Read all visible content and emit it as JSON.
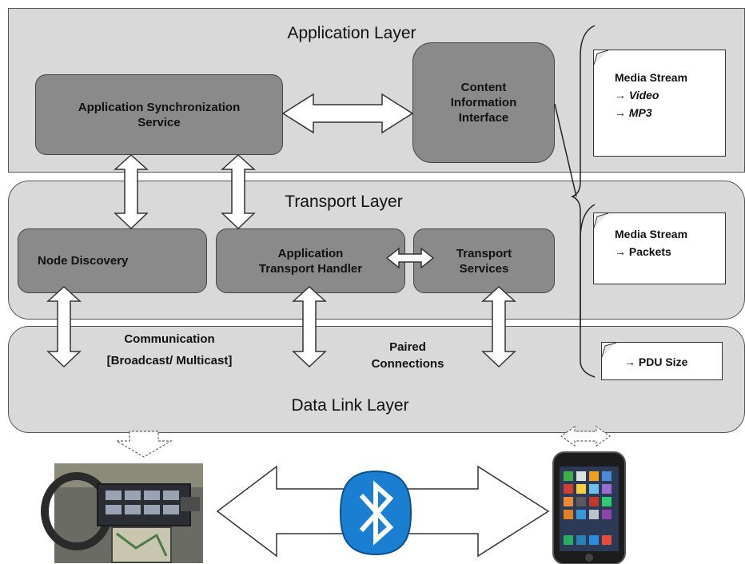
{
  "layers": {
    "application": "Application Layer",
    "transport": "Transport Layer",
    "datalink": "Data Link Layer"
  },
  "boxes": {
    "app_sync": [
      "Application Synchronization",
      "Service"
    ],
    "content_info": [
      "Content",
      "Information",
      "Interface"
    ],
    "node_discovery": "Node Discovery",
    "app_transport": [
      "Application",
      "Transport Handler"
    ],
    "transport_services": [
      "Transport",
      "Services"
    ]
  },
  "labels": {
    "communication": [
      "Communication",
      "[Broadcast/ Multicast]"
    ],
    "paired": [
      "Paired",
      "Connections"
    ]
  },
  "notes": {
    "note1": {
      "title": "Media Stream",
      "items": [
        "→ Video",
        "→ MP3"
      ]
    },
    "note2": {
      "title": "Media Stream",
      "items": [
        "→ Packets"
      ]
    },
    "note3": {
      "items": [
        "→ PDU Size"
      ]
    }
  },
  "colors": {
    "panel": "#d9d9d9",
    "box": "#8a8a8a",
    "bluetooth": "#1a7fd0"
  },
  "icons": [
    "car-dashboard-image",
    "bluetooth-icon",
    "smartphone-image"
  ]
}
